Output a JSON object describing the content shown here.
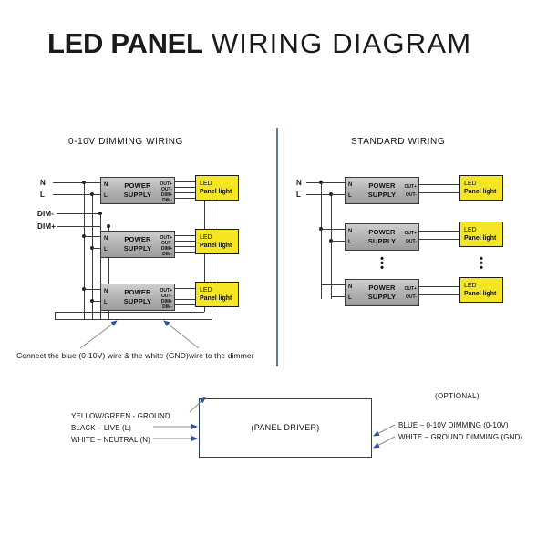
{
  "header": {
    "title_bold": "LED PANEL",
    "title_light": "WIRING DIAGRAM"
  },
  "colors": {
    "led_fill": "#f4e625",
    "psu_fill": "#b4b4b4",
    "divider": "#5f7d9c",
    "arrow": "#2f5597",
    "driver_border": "#2a3f5f",
    "wire": "#3b3b3b"
  },
  "sections": {
    "left": {
      "title": "0-10V DIMMING WIRING",
      "rail_labels": [
        "N",
        "L",
        "DIM-",
        "DIM+"
      ],
      "caption": "Connect the blue (0-10V) wire & the white (GND)wire to the dimmer",
      "units": [
        {
          "psu": {
            "name_line1": "POWER",
            "name_line2": "SUPPLY",
            "in1": "N",
            "in2": "L",
            "out1": "OUT+",
            "out2": "OUT-",
            "out3": "DIM+",
            "out4": "DIM-"
          },
          "led": {
            "line1": "LED",
            "line2": "Panel light"
          }
        },
        {
          "psu": {
            "name_line1": "POWER",
            "name_line2": "SUPPLY",
            "in1": "N",
            "in2": "L",
            "out1": "OUT+",
            "out2": "OUT-",
            "out3": "DIM+",
            "out4": "DIM-"
          },
          "led": {
            "line1": "LED",
            "line2": "Panel light"
          }
        },
        {
          "psu": {
            "name_line1": "POWER",
            "name_line2": "SUPPLY",
            "in1": "N",
            "in2": "L",
            "out1": "OUT+",
            "out2": "OUT-",
            "out3": "DIM+",
            "out4": "DIM-"
          },
          "led": {
            "line1": "LED",
            "line2": "Panel light"
          }
        }
      ]
    },
    "right": {
      "title": "STANDARD WIRING",
      "rail_labels": [
        "N",
        "L"
      ],
      "ellipsis": "⋮",
      "units": [
        {
          "psu": {
            "name_line1": "POWER",
            "name_line2": "SUPPLY",
            "in1": "N",
            "in2": "L",
            "out1": "OUT+",
            "out2": "OUT-"
          },
          "led": {
            "line1": "LED",
            "line2": "Panel light"
          }
        },
        {
          "psu": {
            "name_line1": "POWER",
            "name_line2": "SUPPLY",
            "in1": "N",
            "in2": "L",
            "out1": "OUT+",
            "out2": "OUT-"
          },
          "led": {
            "line1": "LED",
            "line2": "Panel light"
          }
        },
        {
          "psu": {
            "name_line1": "POWER",
            "name_line2": "SUPPLY",
            "in1": "N",
            "in2": "L",
            "out1": "OUT+",
            "out2": "OUT-"
          },
          "led": {
            "line1": "LED",
            "line2": "Panel light"
          }
        }
      ]
    }
  },
  "driver": {
    "box_label": "(PANEL DRIVER)",
    "optional_label": "(OPTIONAL)",
    "input_leads": [
      "YELLOW/GREEN - GROUND",
      "BLACK – LIVE (L)",
      "WHITE – NEUTRAL (N)"
    ],
    "output_leads": [
      "BLUE – 0-10V DIMMING (0-10V)",
      "WHITE – GROUND DIMMING (GND)"
    ]
  }
}
